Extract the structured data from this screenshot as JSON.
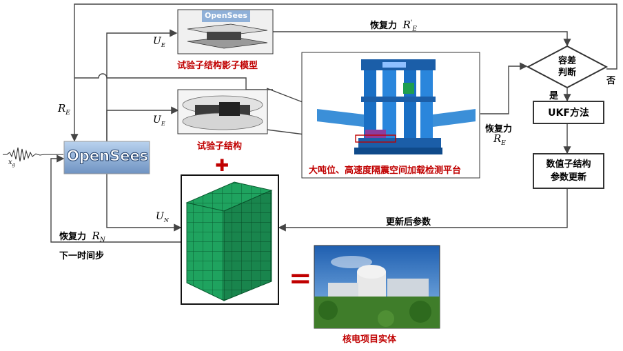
{
  "labels": {
    "shadow_model": "试验子结构影子模型",
    "test_substructure": "试验子结构",
    "platform": "大吨位、高速度隔震空间加载检测平台",
    "restoring_force": "恢复力",
    "restoring_force_left": "恢复力",
    "restoring_force_right": "恢复力",
    "tolerance_judge": "容差\n判断",
    "yes": "是",
    "no": "否",
    "ukf": "UKF方法",
    "param_update": "数值子结构\n参数更新",
    "updated_params": "更新后参数",
    "next_step": "下一时间步",
    "nuclear_entity": "核电项目实体",
    "opensees_logo": "OpenSees",
    "opensees_small": "OpenSees",
    "plus": "✚",
    "equals": "="
  },
  "symbols": {
    "UE_top": "U",
    "UE_top_sub": "E",
    "UE_mid": "U",
    "UE_mid_sub": "E",
    "UN": "U",
    "UN_sub": "N",
    "RE_left": "R",
    "RE_left_sub": "E",
    "RE_right": "R",
    "RE_right_sub": "E",
    "RE_prime": "R",
    "RE_prime_sub": "E",
    "RE_prime_sup": "'",
    "RN": "R",
    "RN_sub": "N",
    "xg": "x",
    "xg_sub": "g"
  },
  "colors": {
    "red_text": "#c00000",
    "line": "#444444",
    "grid_green": "#1a9a5a",
    "frame_blue": "#1a6fc4"
  }
}
